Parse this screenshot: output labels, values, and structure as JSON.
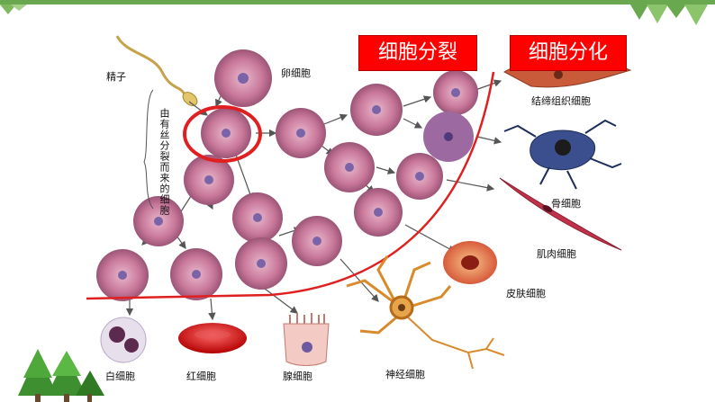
{
  "titles": {
    "division": "细胞分裂",
    "differentiation": "细胞分化"
  },
  "labels": {
    "sperm": "精子",
    "egg": "卵细胞",
    "side_text": "由有丝分裂而来的细胞",
    "connective": "结缔组织细胞",
    "bone": "骨细胞",
    "muscle": "肌肉细胞",
    "skin": "皮肤细胞",
    "white_blood": "白细胞",
    "red_blood": "红细胞",
    "gland": "腺细胞",
    "neuron": "神经细胞"
  },
  "colors": {
    "accent_red": "#ff0000",
    "cell_fill": "#c9789a",
    "cell_rim": "#8e4a6c",
    "nucleus": "#7b63a8",
    "tree_green": "#3e8f2f",
    "bar_green": "#6aa84f"
  }
}
